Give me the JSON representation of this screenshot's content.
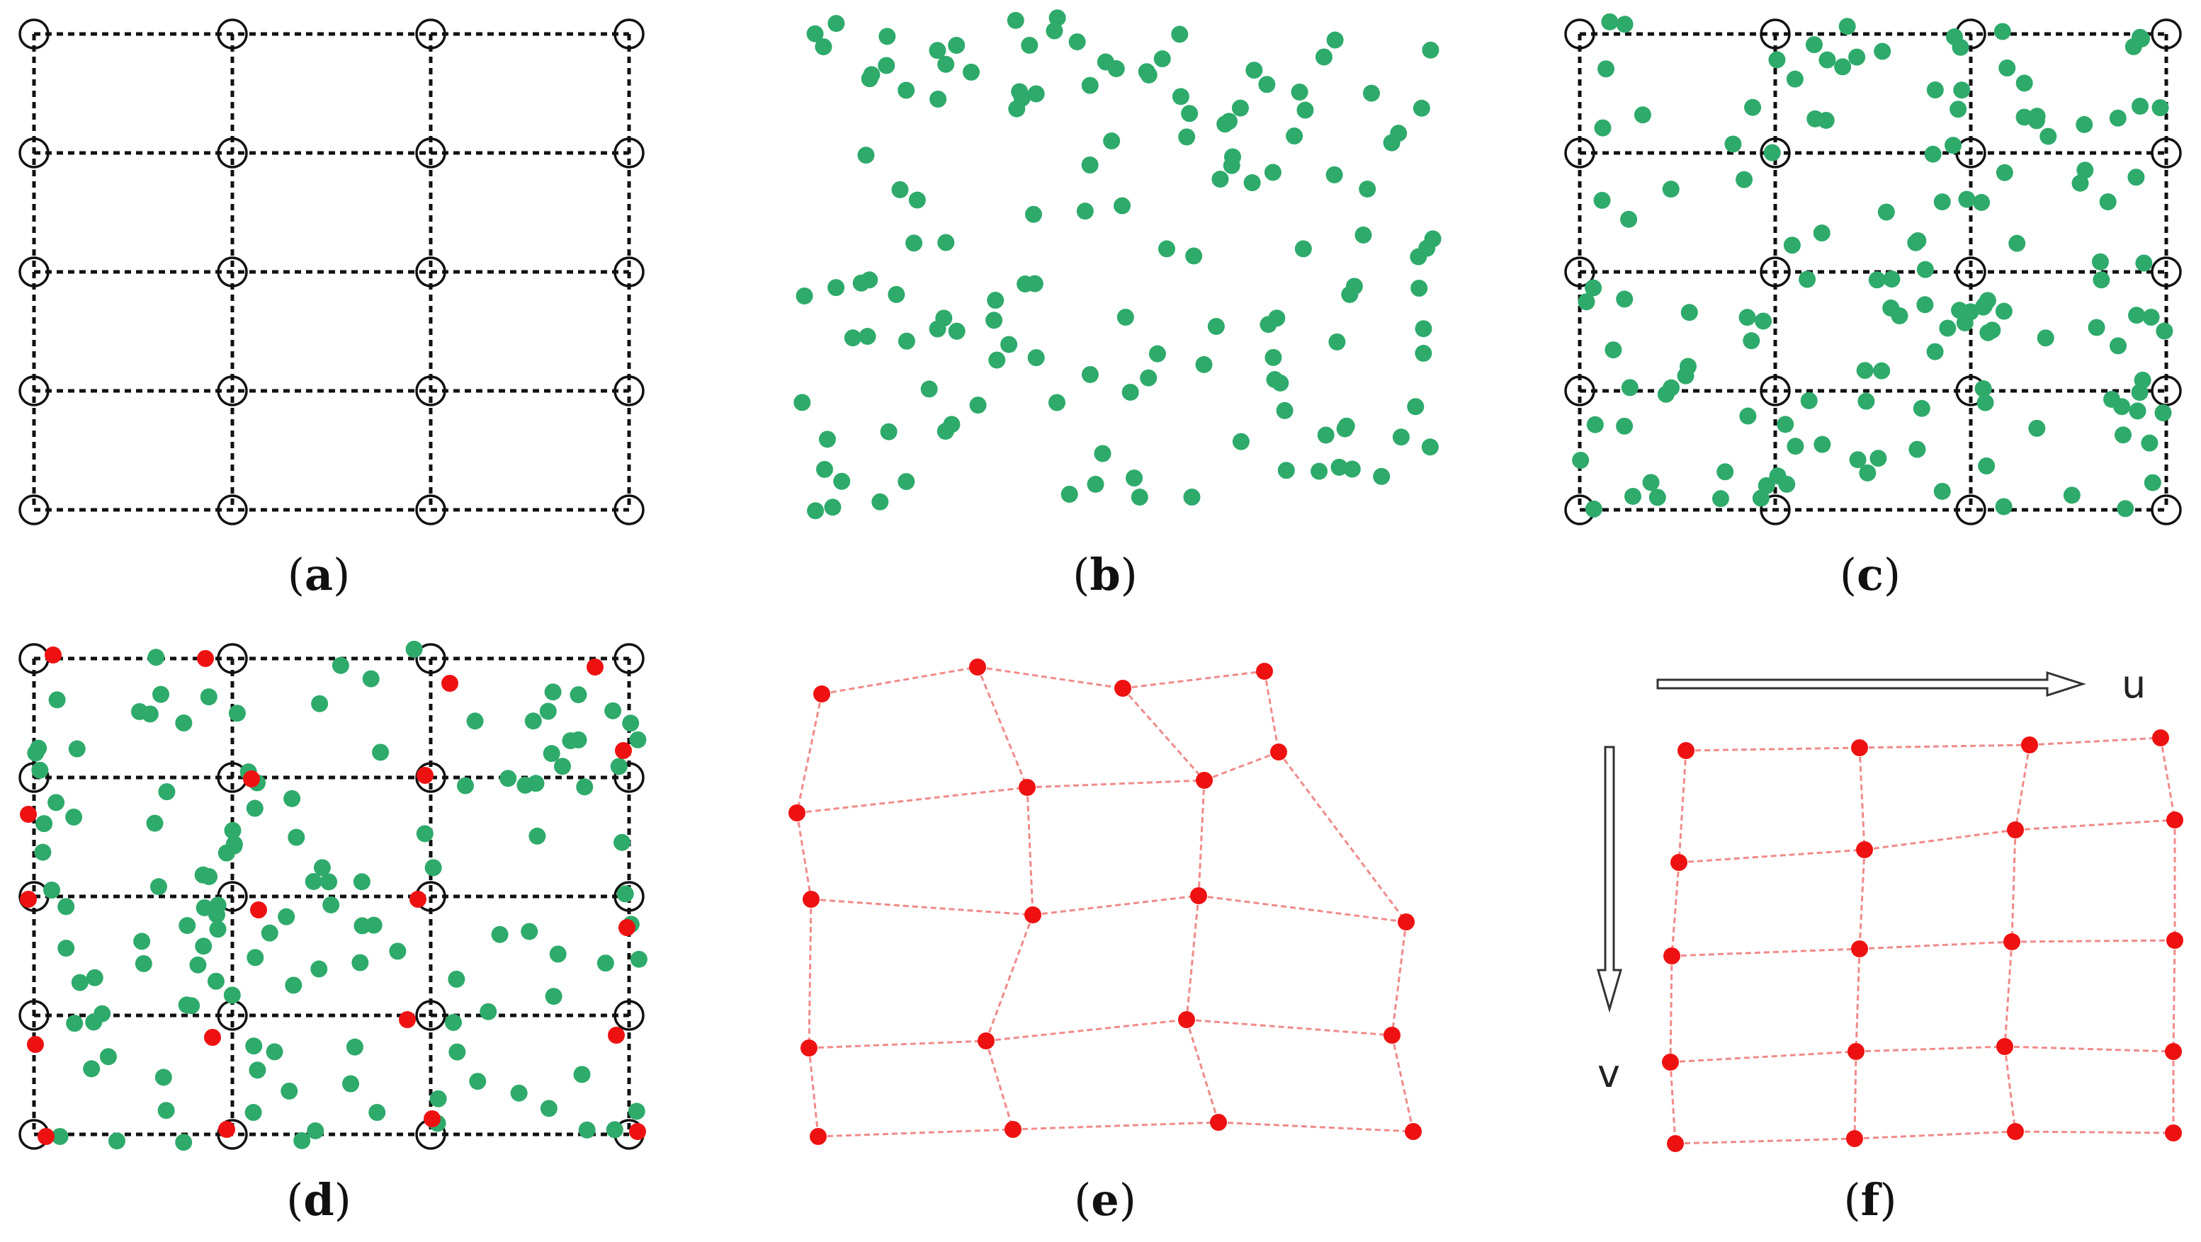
{
  "colors": {
    "grid": "#111111",
    "node_ring": "#111111",
    "green_point": "#2eaa6b",
    "red_point": "#ee1111",
    "red_mesh": "#f08a8a",
    "arrow": "#333333"
  },
  "panels": [
    {
      "id": "a",
      "letter": "a"
    },
    {
      "id": "b",
      "letter": "b"
    },
    {
      "id": "c",
      "letter": "c"
    },
    {
      "id": "d",
      "letter": "d"
    },
    {
      "id": "e",
      "letter": "e"
    },
    {
      "id": "f",
      "letter": "f"
    }
  ],
  "axes": {
    "u": "u",
    "v": "v"
  }
}
